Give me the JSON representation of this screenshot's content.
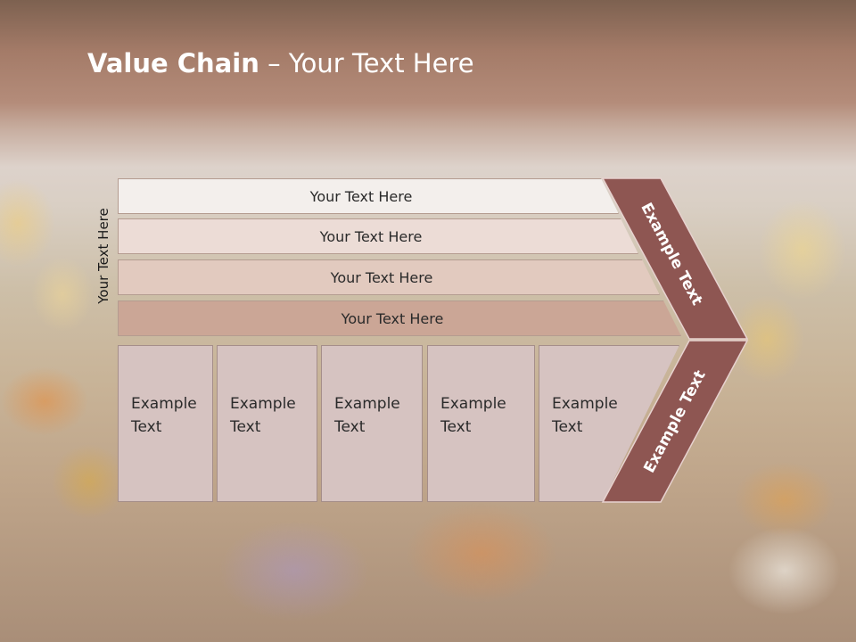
{
  "slide": {
    "title_bold": "Value Chain",
    "title_rest": " – Your Text Here",
    "side_label": "Your Text Here",
    "bars": [
      "Your Text Here",
      "Your Text Here",
      "Your Text Here",
      "Your Text Here"
    ],
    "columns": [
      {
        "line1": "Example",
        "line2": "Text"
      },
      {
        "line1": "Example",
        "line2": "Text"
      },
      {
        "line1": "Example",
        "line2": "Text"
      },
      {
        "line1": "Example",
        "line2": "Text"
      },
      {
        "line1": "Example",
        "line2": "Text"
      }
    ],
    "arrow_upper": "Example Text",
    "arrow_lower": "Example Text"
  },
  "colors": {
    "arrow_fill": "#8e5652",
    "arrow_stroke": "#e7d2cf",
    "column_fill": "#d6c3c1",
    "bar_fills": [
      "#f3efec",
      "#ecdcd6",
      "#e2cabf",
      "#cba696"
    ]
  }
}
